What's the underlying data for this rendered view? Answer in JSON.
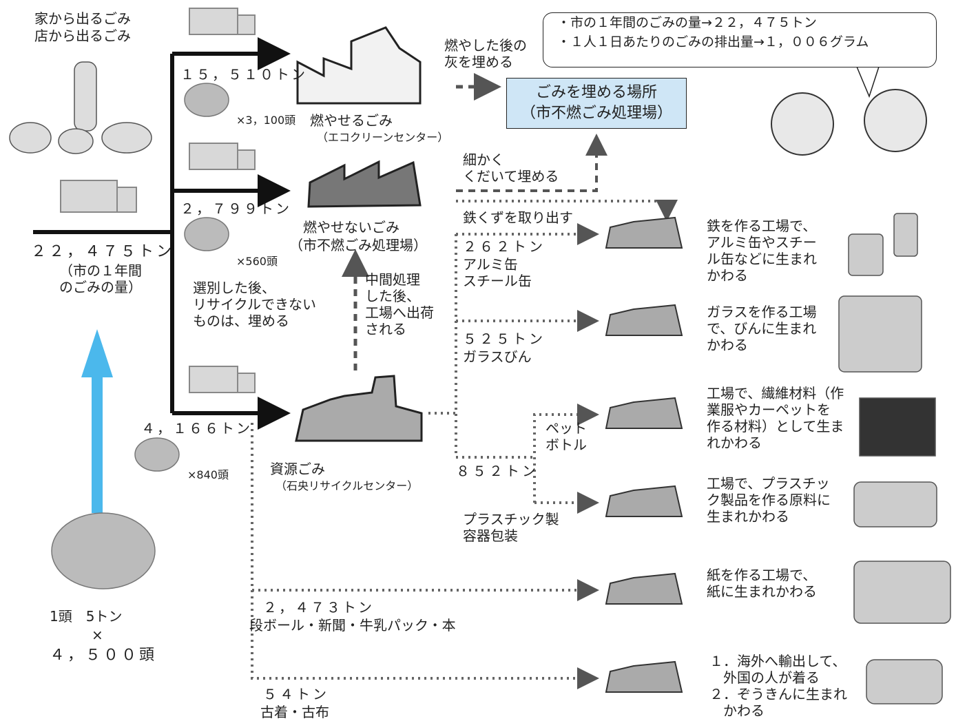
{
  "source": {
    "line1": "家から出るごみ",
    "line2": "店から出るごみ"
  },
  "total": {
    "amount": "２２，４７５トン",
    "desc": "（市の１年間\nのごみの量）"
  },
  "elephant": {
    "unit": "1頭　5トン",
    "times": "×",
    "count": "４，５００頭"
  },
  "branches": {
    "burnable": {
      "amount": "１５，５１０トン",
      "count": "×3，100頭",
      "name": "燃やせるごみ",
      "facility": "（エコクリーンセンター）"
    },
    "nonburnable": {
      "amount": "２，７９９トン",
      "count": "×560頭",
      "name": "燃やせないごみ",
      "facility": "（市不燃ごみ処理場）",
      "note": "選別した後、\nリサイクルできない\nものは、埋める"
    },
    "resource": {
      "amount": "４，１６６トン",
      "count": "×840頭",
      "name": "資源ごみ",
      "facility": "（石央リサイクルセンター）"
    }
  },
  "labels": {
    "ash": "燃やした後の\n灰を埋める",
    "crush": "細かく\nくだいて埋める",
    "iron": "鉄くずを取り出す",
    "intermediate": "中間処理\nした後、\n工場へ出荷\nされる",
    "pet": "ペット\nボトル",
    "plastic_total": "８５２トン",
    "plastic": "プラスチック製\n容器包装"
  },
  "landfill": "ごみを埋める場所\n（市不燃ごみ処理場）",
  "bubble": {
    "line1": "・市の１年間のごみの量→２２，４７５トン",
    "line2": "・１人１日あたりのごみの排出量→１，００６グラム"
  },
  "recycle": [
    {
      "amount": "２６２トン",
      "item": "アルミ缶\nスチール缶",
      "result": "鉄を作る工場で、\nアルミ缶やスチー\nル缶などに生まれ\nかわる"
    },
    {
      "amount": "５２５トン",
      "item": "ガラスびん",
      "result": "ガラスを作る工場\nで、びんに生まれ\nかわる"
    },
    {
      "amount": "",
      "item": "",
      "result": "工場で、繊維材料（作\n業服やカーペットを\n作る材料）として生ま\nれかわる"
    },
    {
      "amount": "",
      "item": "",
      "result": "工場で、プラスチッ\nク製品を作る原料に\n生まれかわる"
    },
    {
      "amount": "２，４７３トン",
      "item": "段ボール・新聞・牛乳パック・本",
      "result": "紙を作る工場で、\n紙に生まれかわる"
    },
    {
      "amount": "５４トン",
      "item": "古着・古布",
      "result": "１．海外へ輸出して、\n　外国の人が着る\n２．ぞうきんに生まれ\n　かわる"
    }
  ],
  "colors": {
    "arrow_blue": "#4bb8ec",
    "landfill_bg": "#cfe6f6",
    "dotted": "#666666"
  }
}
